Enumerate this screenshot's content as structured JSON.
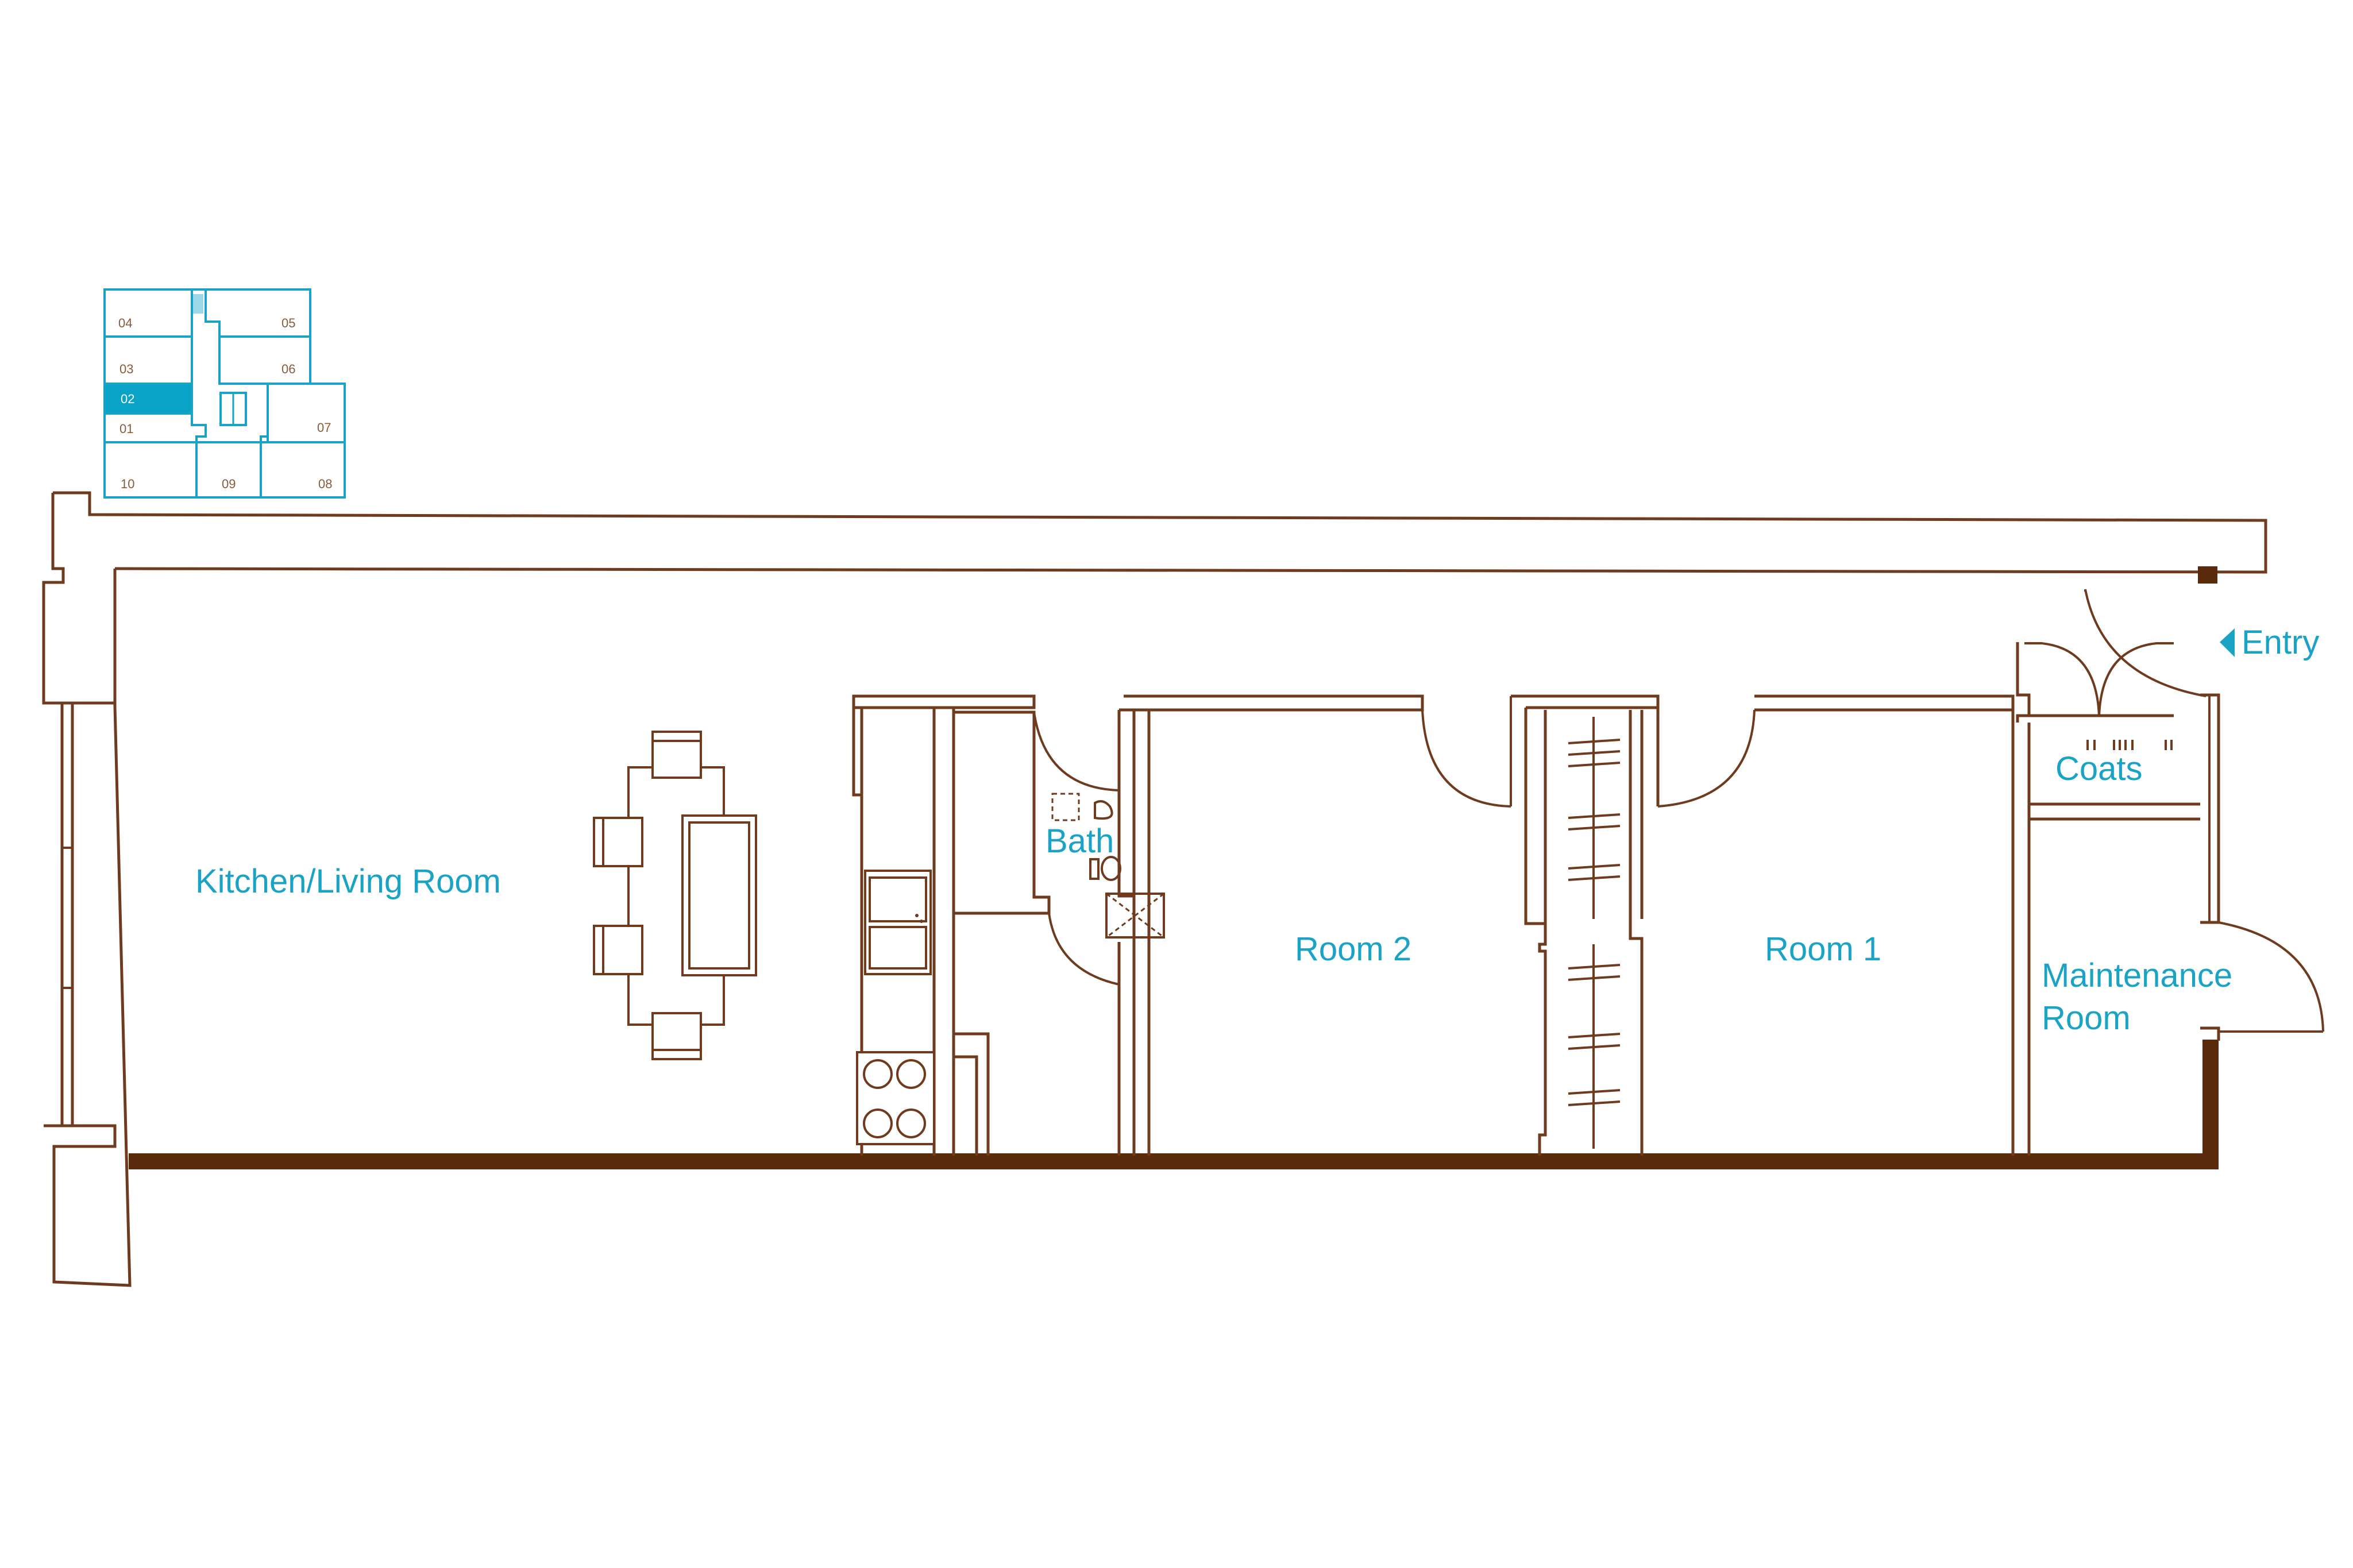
{
  "rooms": {
    "kitchen_living": "Kitchen/Living Room",
    "bath": "Bath",
    "room2": "Room 2",
    "room1": "Room 1",
    "coats": "Coats",
    "maintenance_line1": "Maintenance",
    "maintenance_line2": "Room",
    "entry": "Entry"
  },
  "key_plan": {
    "units": [
      "04",
      "05",
      "03",
      "06",
      "02",
      "01",
      "07",
      "10",
      "09",
      "08"
    ],
    "selected": "02"
  },
  "colors": {
    "walls": "#6e3b1f",
    "exterior_wall": "#5a2a0c",
    "labels": "#1aa3c5",
    "key_highlight": "#0aa3c8"
  }
}
